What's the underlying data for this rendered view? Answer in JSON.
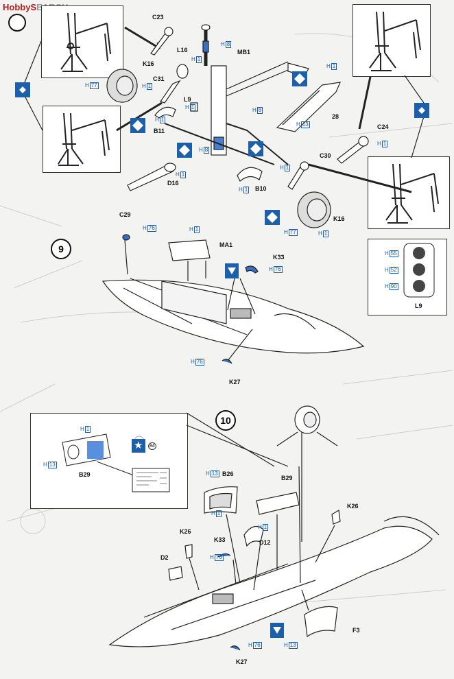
{
  "watermark": {
    "main": "HobbyS",
    "rest": "EARCH"
  },
  "steps": {
    "nine": "9",
    "ten": "10"
  },
  "labels": {
    "c23": "C23",
    "k16_top": "K16",
    "l16": "L16",
    "mb1": "MB1",
    "c31": "C31",
    "l9": "L9",
    "b11": "B11",
    "d16": "D16",
    "b10": "B10",
    "item28": "28",
    "c24": "C24",
    "c30": "C30",
    "k16_bot": "K16",
    "c29": "C29",
    "ma1": "MA1",
    "k33_9": "K33",
    "k27_9": "K27",
    "l9_box": "L9",
    "b29_inset": "B29",
    "b26": "B26",
    "b29": "B29",
    "k26_left": "K26",
    "k26_right": "K26",
    "k33_10": "K33",
    "d12": "D12",
    "d2": "D2",
    "f3": "F3",
    "k27_10": "K27"
  },
  "hcodes": {
    "h_l16": {
      "h": "H",
      "n": "8"
    },
    "h_mb1": {
      "h": "H",
      "n": "1"
    },
    "h_k16": {
      "h": "H",
      "n": "77"
    },
    "h_c31": {
      "h": "H",
      "n": "1"
    },
    "h_l9": {
      "h": "H",
      "n": "1"
    },
    "h_mb_right": {
      "h": "H",
      "n": "8"
    },
    "h_b11": {
      "h": "H",
      "n": "1"
    },
    "h_strut": {
      "h": "H",
      "n": "8"
    },
    "h_d16": {
      "h": "H",
      "n": "1"
    },
    "h_b10": {
      "h": "H",
      "n": "1"
    },
    "h_28a": {
      "h": "H",
      "n": "1"
    },
    "h_28b": {
      "h": "H",
      "n": "13"
    },
    "h_c24": {
      "h": "H",
      "n": "1"
    },
    "h_c30": {
      "h": "H",
      "n": "1"
    },
    "h_k16b1": {
      "h": "H",
      "n": "77"
    },
    "h_k16b2": {
      "h": "H",
      "n": "1"
    },
    "h_c29": {
      "h": "H",
      "n": "76"
    },
    "h_ma1": {
      "h": "H",
      "n": "1"
    },
    "h_k33": {
      "h": "H",
      "n": "76"
    },
    "h_l9a": {
      "h": "H",
      "n": "55"
    },
    "h_l9b": {
      "h": "H",
      "n": "52"
    },
    "h_l9c": {
      "h": "H",
      "n": "90"
    },
    "h_k27": {
      "h": "H",
      "n": "76"
    },
    "h_b29i1": {
      "h": "H",
      "n": "1"
    },
    "h_b29i2": {
      "h": "H",
      "n": "13"
    },
    "h_b26a": {
      "h": "H",
      "n": "13"
    },
    "h_b26b": {
      "h": "H",
      "n": "1"
    },
    "h_d12": {
      "h": "H",
      "n": "1"
    },
    "h_k33b": {
      "h": "H",
      "n": "76"
    },
    "h_f3": {
      "h": "H",
      "n": "13"
    },
    "h_k27b": {
      "h": "H",
      "n": "76"
    }
  },
  "decal_number": "84",
  "colors": {
    "blue": "#1d5fa8",
    "ink": "#111111",
    "paper": "#f3f3f1"
  }
}
